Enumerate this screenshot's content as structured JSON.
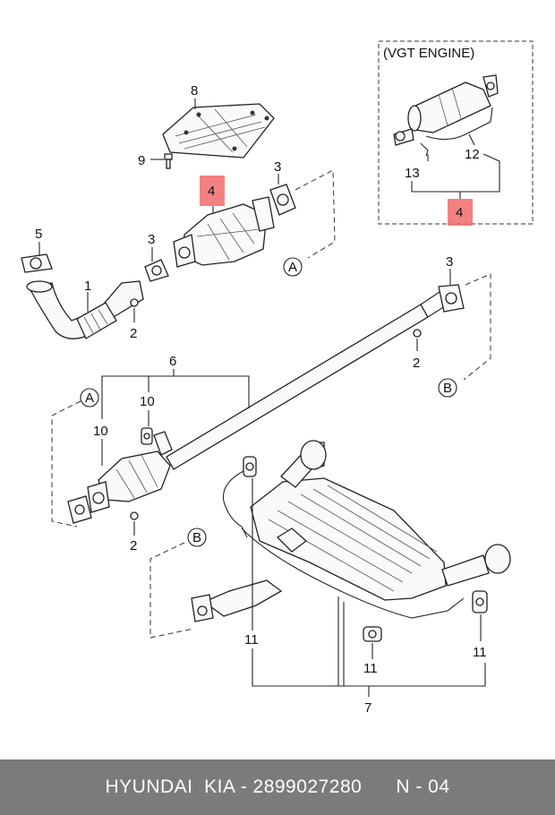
{
  "inset": {
    "title": "(VGT ENGINE)"
  },
  "callouts": {
    "c1": "1",
    "c2a": "2",
    "c2b": "2",
    "c2c": "2",
    "c3a": "3",
    "c3b": "3",
    "c3c": "3",
    "c4a": "4",
    "c4b": "4",
    "c5": "5",
    "c6": "6",
    "c7": "7",
    "c8": "8",
    "c9": "9",
    "c10a": "10",
    "c10b": "10",
    "c11a": "11",
    "c11b": "11",
    "c11c": "11",
    "c12": "12",
    "c13": "13"
  },
  "refs": {
    "a1": "A",
    "a2": "A",
    "b1": "B",
    "b2": "B"
  },
  "highlight_color": "#f26b6b",
  "footer": {
    "brand": "HYUNDAI  KIA - 2899027280",
    "page": "N - 04"
  }
}
